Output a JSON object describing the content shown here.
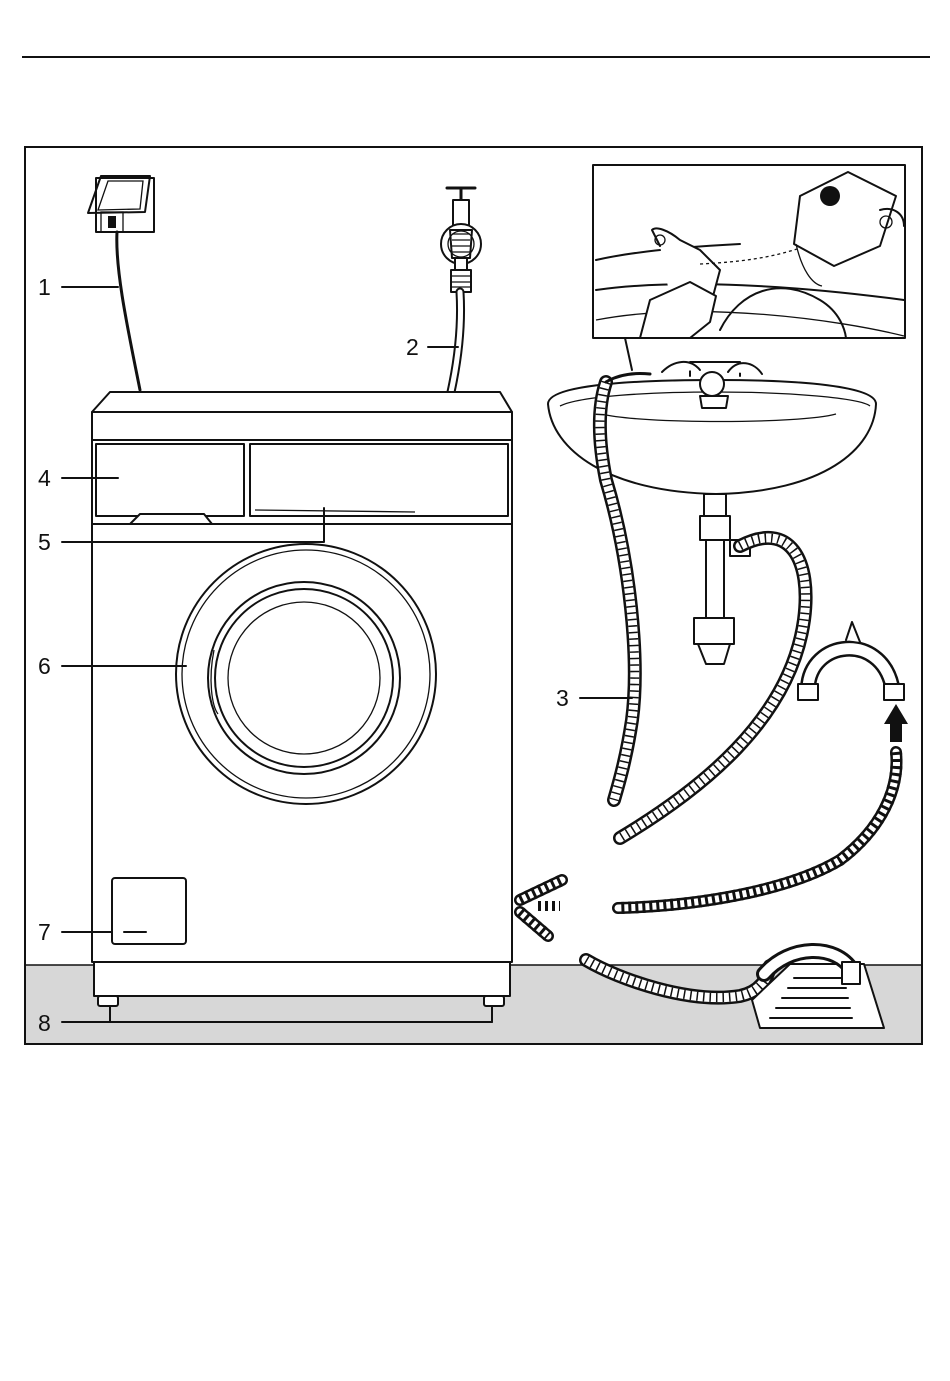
{
  "callouts": [
    {
      "id": "1",
      "label": "1"
    },
    {
      "id": "2",
      "label": "2"
    },
    {
      "id": "3",
      "label": "3"
    },
    {
      "id": "4",
      "label": "4"
    },
    {
      "id": "5",
      "label": "5"
    },
    {
      "id": "6",
      "label": "6"
    },
    {
      "id": "7",
      "label": "7"
    },
    {
      "id": "8",
      "label": "8"
    }
  ],
  "colors": {
    "line": "#111111",
    "floor": "#d7d7d7",
    "background": "#ffffff"
  }
}
